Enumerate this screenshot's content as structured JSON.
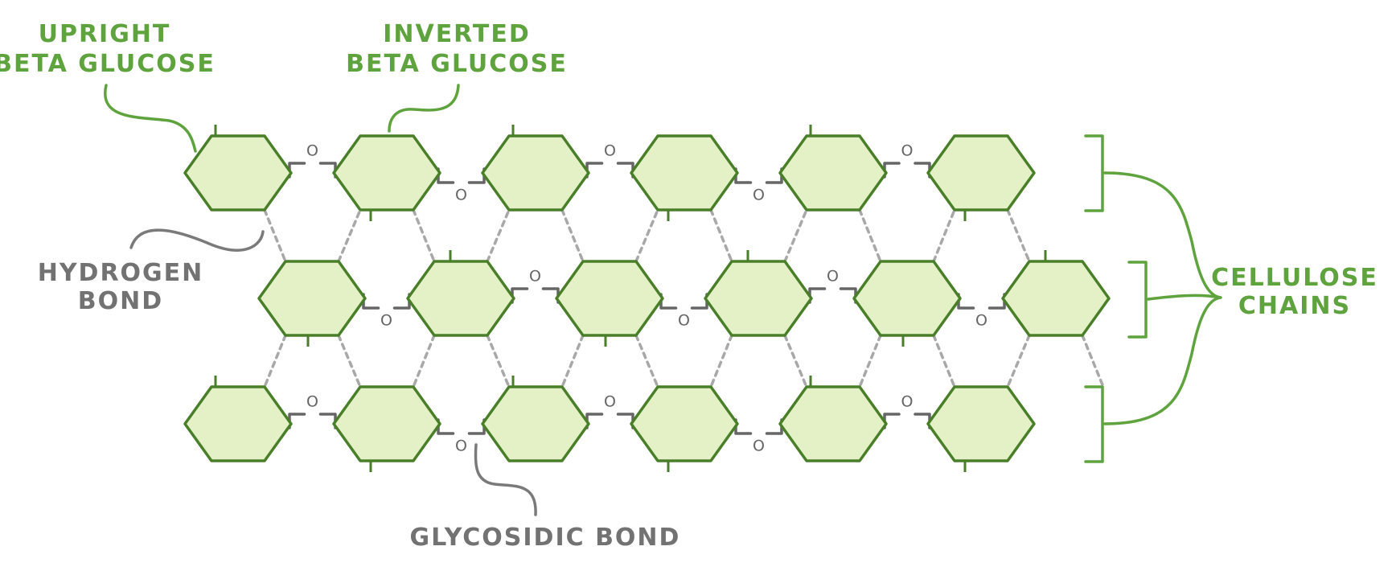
{
  "labels": {
    "upright_line1": "UPRIGHT",
    "upright_line2": "BETA GLUCOSE",
    "inverted_line1": "INVERTED",
    "inverted_line2": "BETA GLUCOSE",
    "hydrogen_line1": "HYDROGEN",
    "hydrogen_line2": "BOND",
    "glycosidic": "GLYCOSIDIC BOND",
    "cellulose_line1": "CELLULOSE",
    "cellulose_line2": "CHAINS"
  },
  "oxygen_symbol": "O",
  "colors": {
    "glucose_fill": "#e4f0c6",
    "glucose_stroke": "#4a7f2a",
    "label_green": "#5fa33e",
    "label_grey": "#727272",
    "hydrogen_bond": "#a8a8a8"
  }
}
